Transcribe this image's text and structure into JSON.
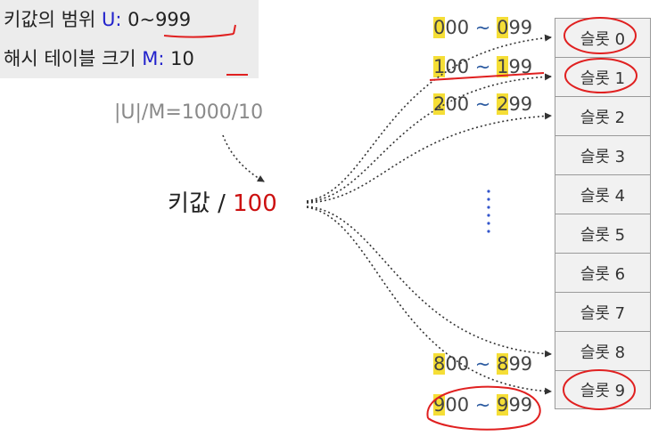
{
  "info": {
    "key_range": {
      "label": "키값의 범위",
      "var": "U",
      "colon": ":",
      "value": "0~999"
    },
    "table_size": {
      "label": "해시 테이블 크기",
      "var": "M",
      "colon": ":",
      "value": "10"
    }
  },
  "formula": "|U|/M=1000/10",
  "key_expression": {
    "text": "키값 / ",
    "divisor": "100"
  },
  "ranges": [
    {
      "start_first": "0",
      "start_rest": "00",
      "sep": " ~ ",
      "end_first": "0",
      "end_rest": "99"
    },
    {
      "start_first": "1",
      "start_rest": "00",
      "sep": " ~ ",
      "end_first": "1",
      "end_rest": "99"
    },
    {
      "start_first": "2",
      "start_rest": "00",
      "sep": " ~ ",
      "end_first": "2",
      "end_rest": "99"
    },
    {
      "start_first": "8",
      "start_rest": "00",
      "sep": " ~ ",
      "end_first": "8",
      "end_rest": "99"
    },
    {
      "start_first": "9",
      "start_rest": "00",
      "sep": " ~ ",
      "end_first": "9",
      "end_rest": "99"
    }
  ],
  "slots": [
    "슬롯 0",
    "슬롯 1",
    "슬롯 2",
    "슬롯 3",
    "슬롯 4",
    "슬롯 5",
    "슬롯 6",
    "슬롯 7",
    "슬롯 8",
    "슬롯 9"
  ],
  "colors": {
    "blue": "#2222cc",
    "red": "#cc1111",
    "highlight": "#f5de36",
    "arrow": "#333333",
    "annotation": "#e02020"
  }
}
